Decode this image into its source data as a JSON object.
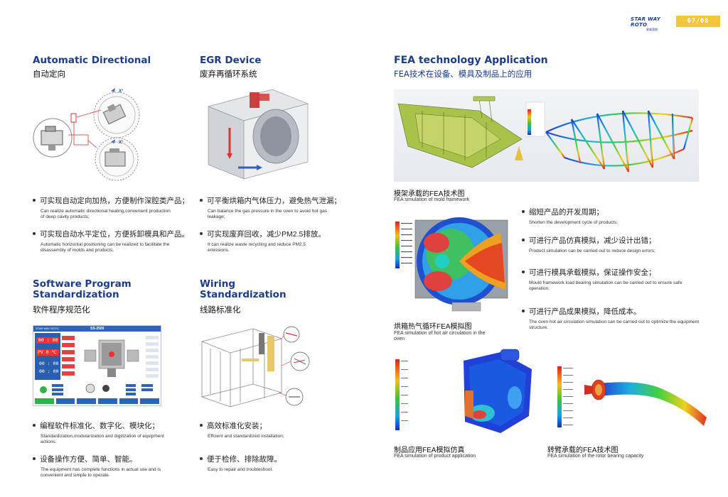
{
  "header": {
    "logo": "STAR WAY ROTO",
    "logo_sub": "星威滚塑",
    "page": "07/08"
  },
  "col1": {
    "sec1": {
      "title_en": "Automatic Directional",
      "title_cn": "自动定向",
      "img_labels": [
        "X°",
        "X°"
      ],
      "bullets": [
        {
          "cn": "可实现自动定向加热，方便制作深腔类产品；",
          "en": "Can realize automatic directional heating,convenient production of deep cavity products;"
        },
        {
          "cn": "可实现自动水平定位，方便拆卸模具和产品。",
          "en": "Automatic horizontal positioning can be realized to facilitate the disassembly of molds and products."
        }
      ]
    },
    "sec2": {
      "title_en": "Software Program Standardization",
      "title_cn": "软件程序规范化",
      "bullets": [
        {
          "cn": "编程软件标准化、数字化、模块化；",
          "en": "Standardization,modularization and digitization of equipment actions."
        },
        {
          "cn": "设备操作方便、简单、智能。",
          "en": "The equipment has complete functions in actual use and is convenient and simple to operate."
        }
      ]
    }
  },
  "col2": {
    "sec1": {
      "title_en": "EGR Device",
      "title_cn": "废弃再循环系统",
      "bullets": [
        {
          "cn": "可平衡烘箱内气体压力，避免热气泄漏；",
          "en": "Can balance the gas pressure in the oven to avoid hot gas leakage;"
        },
        {
          "cn": "可实现废弃回收，减少PM2.5排放。",
          "en": "It can realize waste recycling and reduce PM2.5 emissions."
        }
      ]
    },
    "sec2": {
      "title_en": "Wiring Standardization",
      "title_cn": "线路标准化",
      "bullets": [
        {
          "cn": "高效标准化安装；",
          "en": "Effcient and standardized installation;"
        },
        {
          "cn": "便于检修、排除故障。",
          "en": "Easy to repair and troubleshoot."
        }
      ]
    }
  },
  "col3": {
    "title_en": "FEA technology Application",
    "title_cn": "FEA技术在设备、模具及制品上的应用",
    "captions": {
      "mold_cn": "模架承载的FEA技术图",
      "mold_en": "FEA simulation of mold framework",
      "oven_cn": "烘箱热气循环FEA模拟图",
      "oven_en": "FEA simulation of hot air circulation in the oven",
      "product_cn": "制品应用FEA模拟仿真",
      "product_en": "FEA simulation of product application",
      "rotor_cn": "转臂承载的FEA技术图",
      "rotor_en": "FEA simulation of the rotor bearing capacity"
    },
    "bullets": [
      {
        "cn": "缩短产品的开发周期；",
        "en": "Shorten the development cycle of products;"
      },
      {
        "cn": "可进行产品仿真模拟，减少设计出错；",
        "en": "Product simulation can be carried out to reduce design errors;"
      },
      {
        "cn": "可进行模具承载模拟，保证操作安全；",
        "en": "Mould framework load bearing simulation can be carried out to ensure safe operation;"
      },
      {
        "cn": "可进行产品成果模拟，降低成本。",
        "en": "The oven hot air circulation simulation can be carried out to optimize the equipment structure."
      }
    ]
  },
  "hmi": {
    "brand": "STAR WAY ROTO",
    "title": "SS-2500",
    "time1": "00 : 00",
    "pv": "PV  0  ℃",
    "time2": "00 : 00",
    "time3": "00 : 00"
  }
}
